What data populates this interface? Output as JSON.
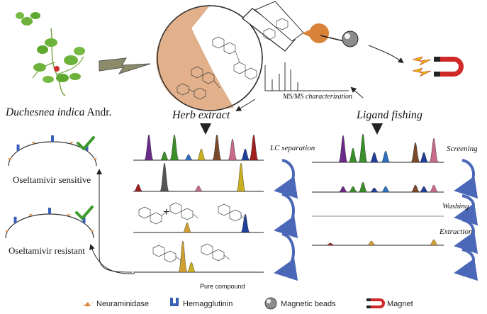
{
  "labels": {
    "plant_name": "Duchesnea indica",
    "plant_author": " Andr.",
    "herb_extract": "Herb extract",
    "ligand_fishing": "Ligand fishing",
    "msms": "MS/MS characterization",
    "lc_separation": "LC separation",
    "screening": "Screening",
    "washing": "Washing",
    "extraction": "Extraction",
    "pure_compound": "Pure compound",
    "oseltamivir_sensitive": "Oseltamivir sensitive",
    "oseltamivir_resistant": "Oseltamivir resistant"
  },
  "legend": {
    "neuraminidase": "Neuraminidase",
    "hemagglutinin": "Hemagglutinin",
    "magnetic_beads": "Magnetic beads",
    "magnet": "Magnet"
  },
  "colors": {
    "arrow_blue": "#4a67b8",
    "neuraminidase": "#d9833a",
    "hemagglutinin": "#3a5fb8",
    "check_green": "#3f9a2e",
    "flask_fill": "#e2b08a",
    "magnet_red": "#d12828"
  },
  "peak_colors": [
    "#6a2a8a",
    "#3a8f2a",
    "#2e6fc0",
    "#c8b020",
    "#7a4a2a",
    "#c86a8a",
    "#1f3f9a",
    "#a02020",
    "#555555",
    "#d0a030"
  ]
}
